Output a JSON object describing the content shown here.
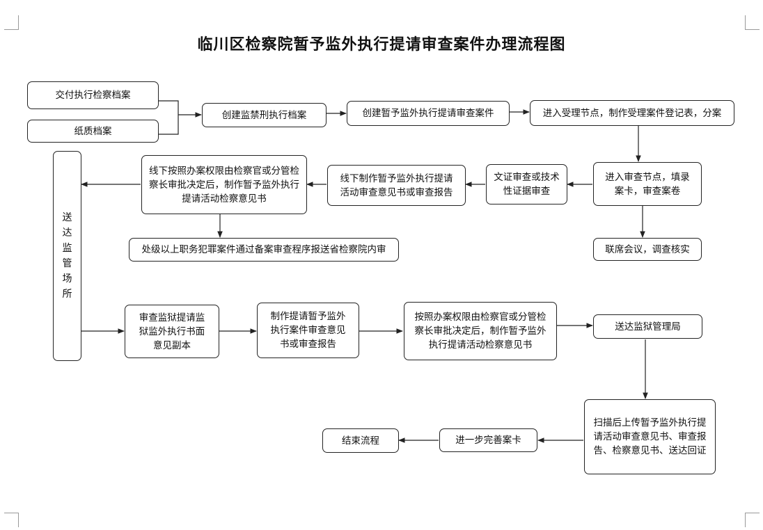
{
  "title": "临川区检察院暂予监外执行提请审查案件办理流程图",
  "nodes": {
    "delivery_archive": "交付执行检察档案",
    "paper_archive": "纸质档案",
    "create_supervision_archive": "创建监禁刑执行档案",
    "create_case": "创建暂予监外执行提请审查案件",
    "enter_acceptance": "进入受理节点，制作受理案件登记表，分案",
    "enter_review": "进入审查节点，填录案卡，审查案卷",
    "joint_meeting": "联席会议，调查核实",
    "document_review": "文证审查或技术性证据审查",
    "offline_report": "线下制作暂予监外执行提请活动审查意见书或审查报告",
    "offline_approval": "线下按照办案权限由检察官或分管检察长审批决定后，制作暂予监外执行提请活动检察意见书",
    "above_county": "处级以上职务犯罪案件通过备案审查程序报送省检察院内审",
    "deliver_to_custody": [
      "送",
      "达",
      "监",
      "管",
      "场",
      "所"
    ],
    "review_prison_copy": "审查监狱提请监狱监外执行书面意见副本",
    "make_review_opinion": "制作提请暂予监外执行案件审查意见书或审查报告",
    "approval_online": "按照办案权限由检察官或分管检察长审批决定后，制作暂予监外执行提请活动检察意见书",
    "deliver_prison_bureau": "送达监狱管理局",
    "scan_upload": "扫描后上传暂予监外执行提请活动审查意见书、审查报告、检察意见书、送达回证",
    "further_improve": "进一步完善案卡",
    "end_process": "结束流程"
  },
  "colors": {
    "line": "#222222",
    "border": "#222222",
    "background": "#ffffff"
  }
}
